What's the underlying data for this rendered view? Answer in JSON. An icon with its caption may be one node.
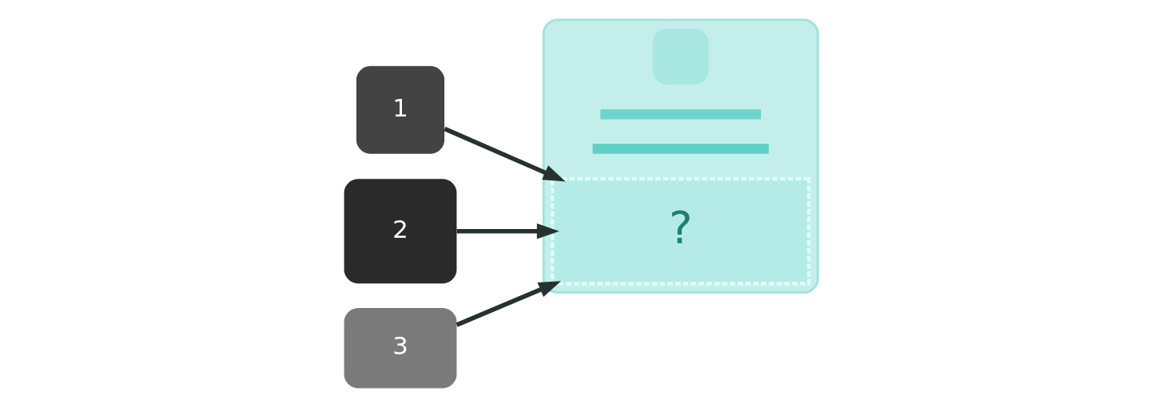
{
  "diagram": {
    "nodes": [
      {
        "text": [
          "1"
        ]
      },
      {
        "text": [
          "2"
        ]
      },
      {
        "text": [
          "3"
        ]
      },
      {
        "text": [],
        "shape": "box"
      },
      {
        "text": [],
        "shape": "box",
        "in": 3
      },
      {
        "text": [],
        "shape": "bar",
        "in": 3
      },
      {
        "text": [],
        "shape": "bar",
        "in": 3
      },
      {
        "text": [
          "?"
        ],
        "in": 3
      }
    ],
    "edges": [
      {
        "from": 0,
        "to": 7,
        "arrow": "to"
      },
      {
        "from": 1,
        "to": 7,
        "arrow": "to"
      },
      {
        "from": 2,
        "to": 7,
        "arrow": "to"
      }
    ]
  }
}
